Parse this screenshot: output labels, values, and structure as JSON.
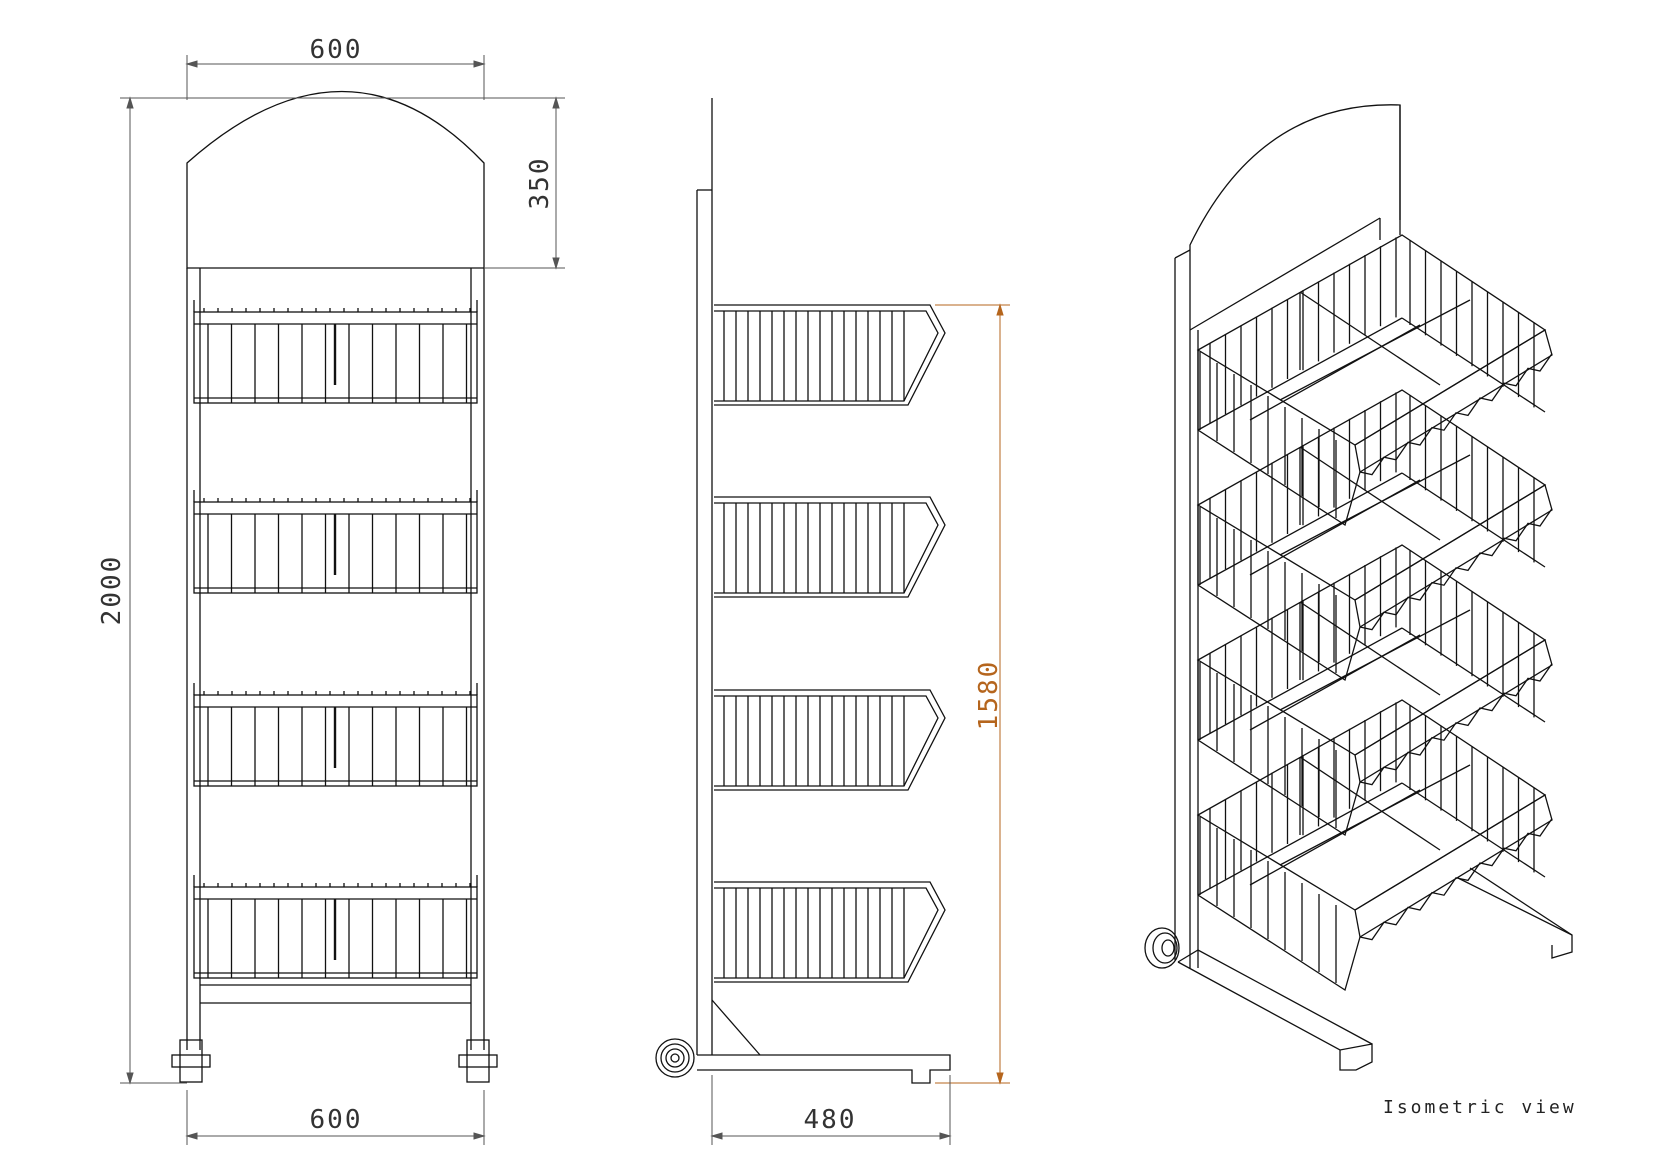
{
  "colors": {
    "line": "#111111",
    "dimension": "#555555",
    "accent_dimension": "#b5651d",
    "background": "#ffffff"
  },
  "dimensions": {
    "front_top_width": "600",
    "front_bottom_width": "600",
    "front_total_height": "2000",
    "header_height": "350",
    "side_basket_span": "1580",
    "side_base_depth": "480"
  },
  "caption": "Isometric view"
}
